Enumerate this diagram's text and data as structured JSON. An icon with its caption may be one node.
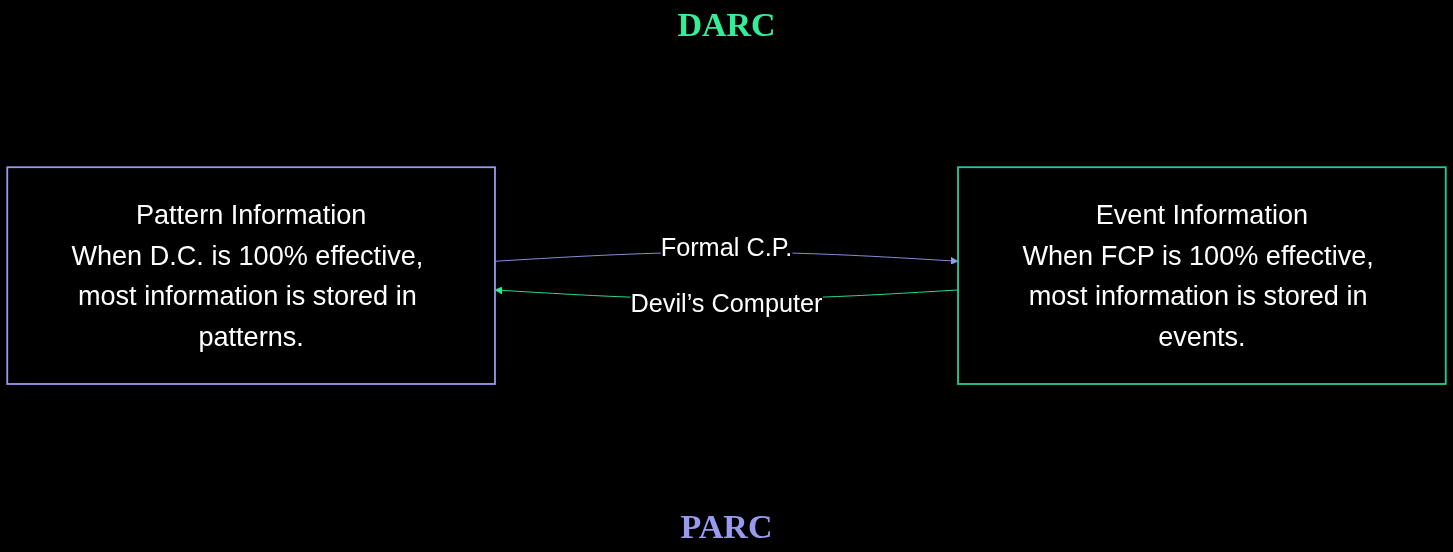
{
  "diagram": {
    "nodes": [
      {
        "text": [
          "Pattern Information",
          "When D.C. is 100% effective, most information is stored in patterns."
        ]
      },
      {
        "text": [
          "Event Information",
          "When FCP is 100% effective, most information is stored in events."
        ]
      }
    ],
    "edges": [
      {
        "from": 1,
        "to": 0,
        "arrow": "to",
        "label": "Devil’s Computer",
        "color": "#33ee99"
      },
      {
        "from": 0,
        "to": 1,
        "arrow": "to",
        "label": "Formal C.P.",
        "color": "#9999ee"
      }
    ],
    "labels": [
      "DARC",
      "PARC"
    ]
  }
}
